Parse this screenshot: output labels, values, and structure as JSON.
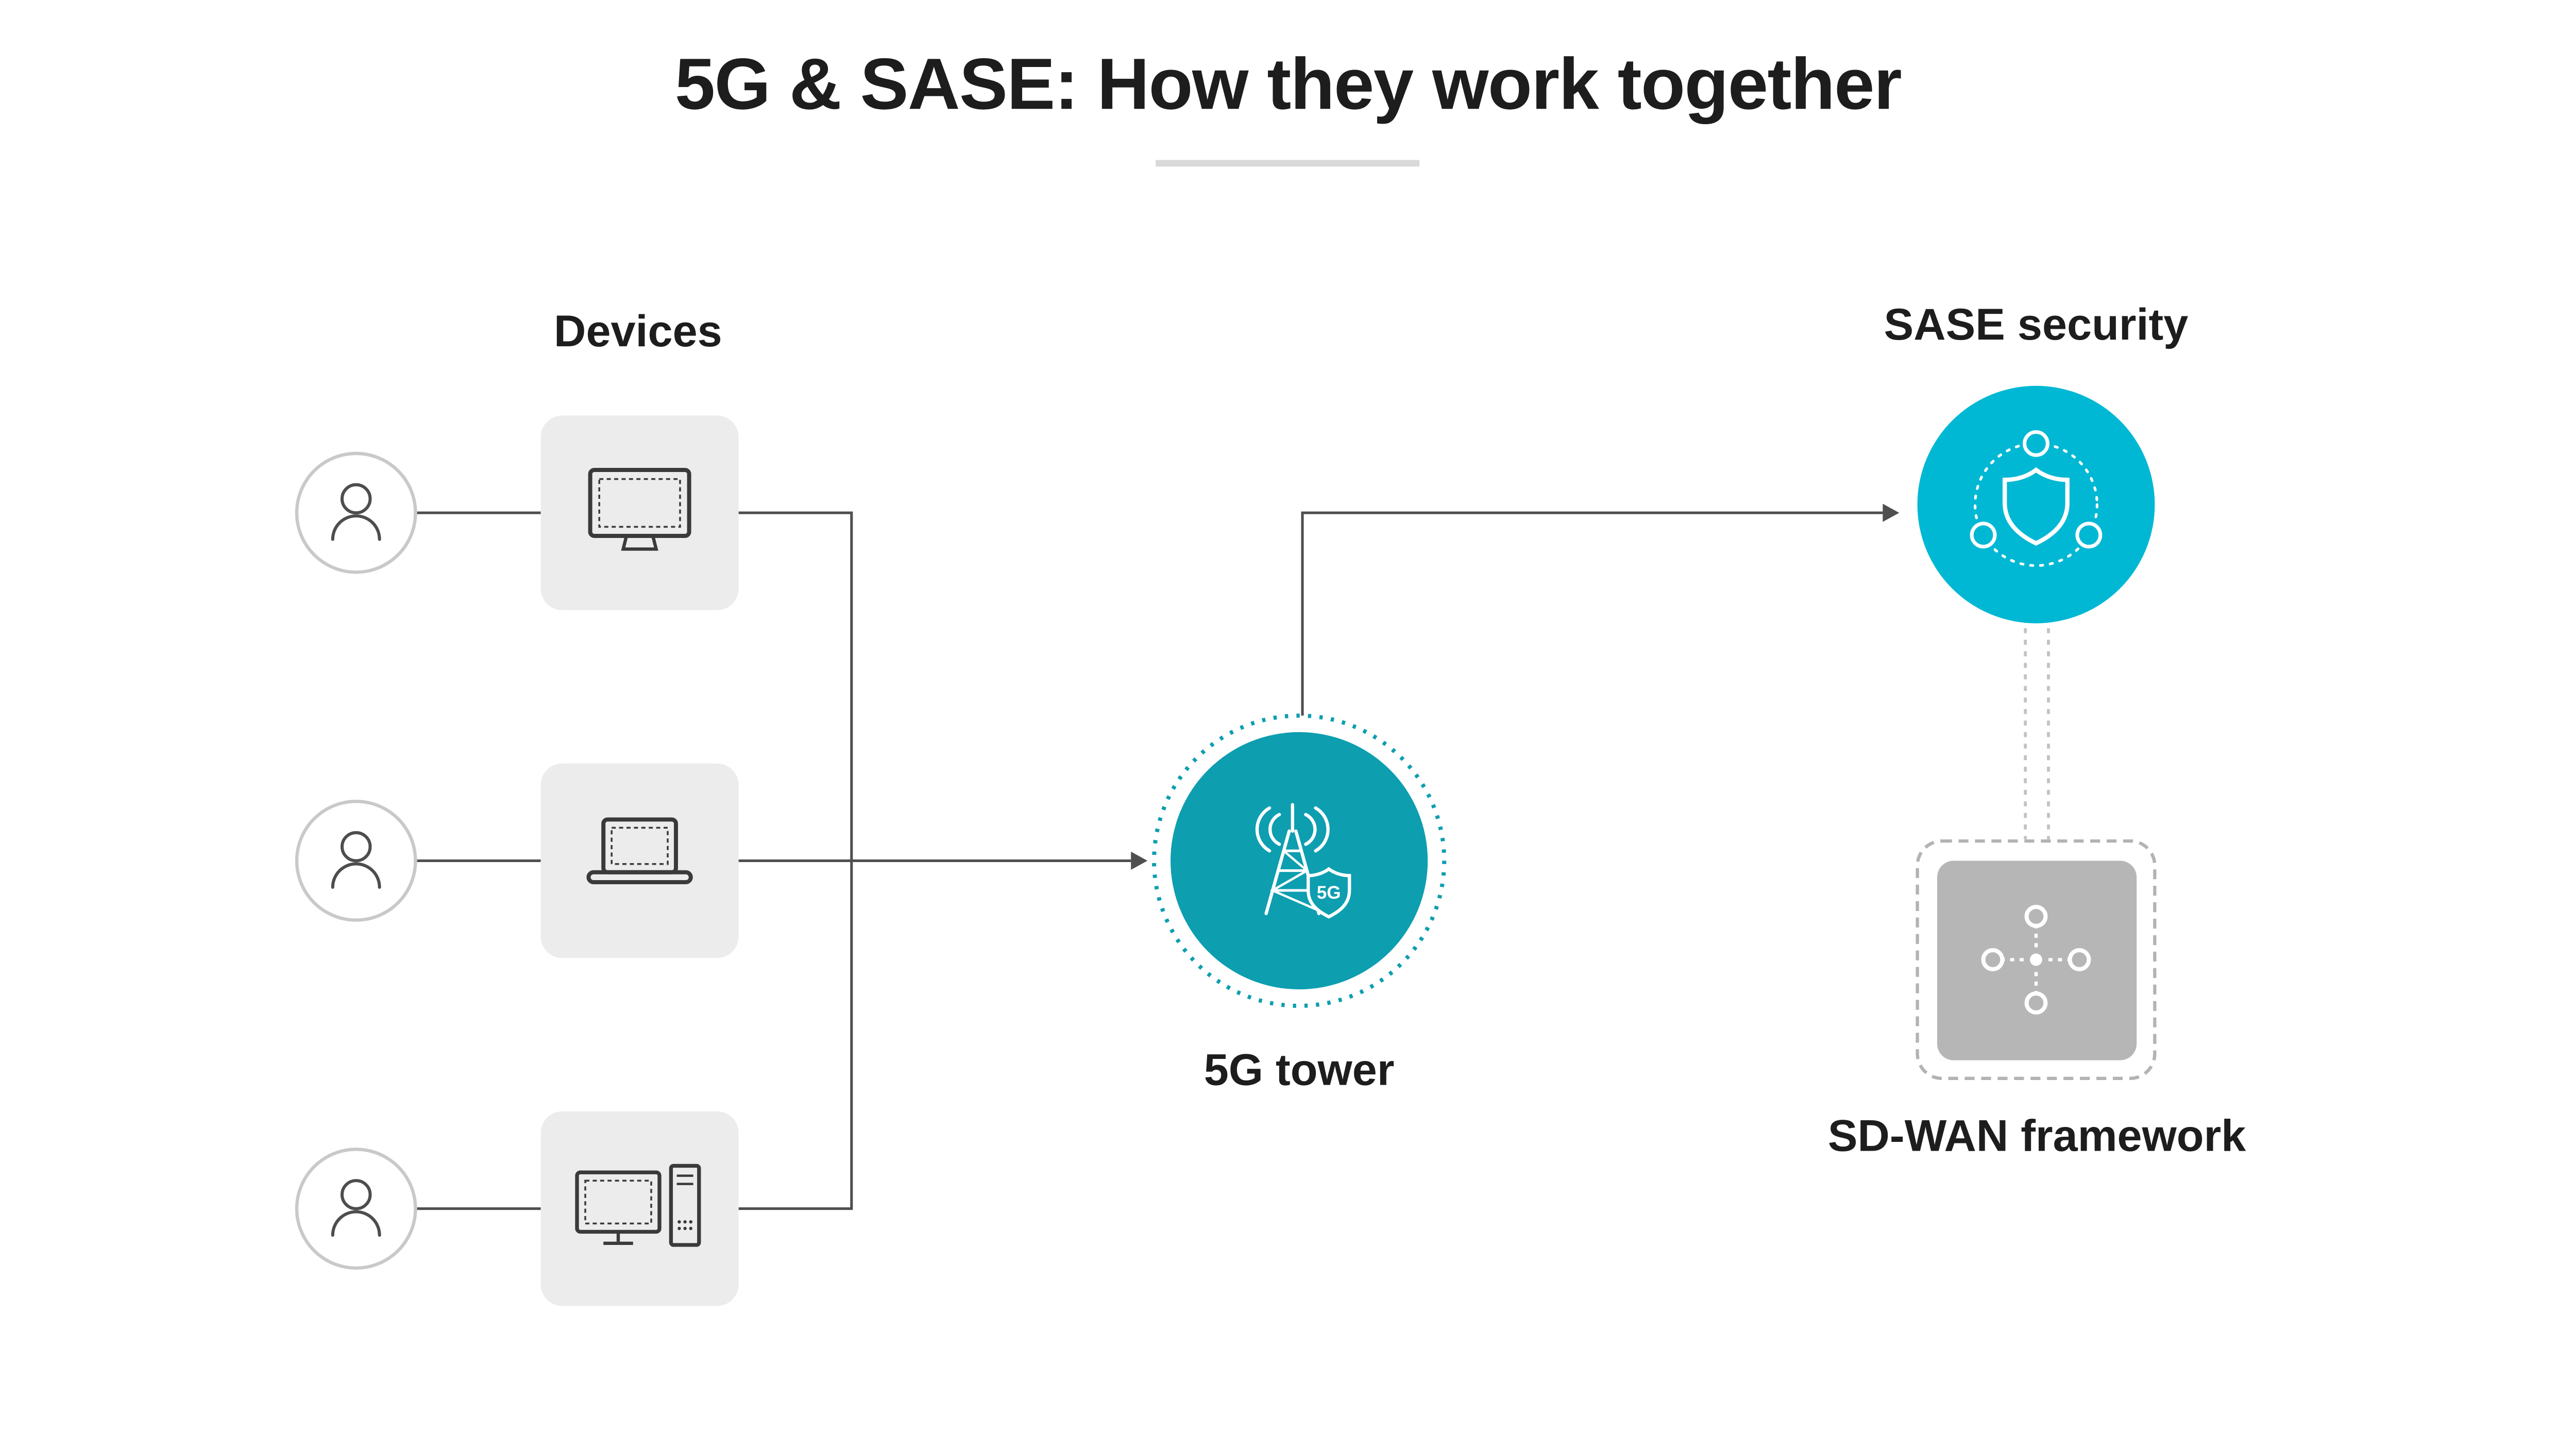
{
  "title": "5G & SASE: How they work together",
  "diagram": {
    "devices": {
      "label": "Devices",
      "items": [
        {
          "icon": "monitor-icon"
        },
        {
          "icon": "laptop-icon"
        },
        {
          "icon": "desktop-icon"
        }
      ],
      "user_icon": "user-icon"
    },
    "tower": {
      "label": "5G tower",
      "badge": "5G",
      "icon": "cell-tower-icon"
    },
    "sase": {
      "label": "SASE security",
      "icon": "shield-network-icon"
    },
    "sdwan": {
      "label": "SD-WAN framework",
      "icon": "sdwan-nodes-icon"
    }
  },
  "colors": {
    "tower_teal": "#0d9eb0",
    "sase_cyan": "#00b8d4",
    "device_box": "#ececec",
    "sdwan_fill": "#b6b6b6",
    "sdwan_dashed_border": "#b3b3b3",
    "connector": "#4f4f4f",
    "dashed_connector": "#c2c2c2",
    "user_circle_border": "#c9c9c9",
    "icon_stroke": "#3a3a3a",
    "text": "#1d1d1d",
    "divider": "#d9d9d9",
    "background": "#ffffff"
  }
}
